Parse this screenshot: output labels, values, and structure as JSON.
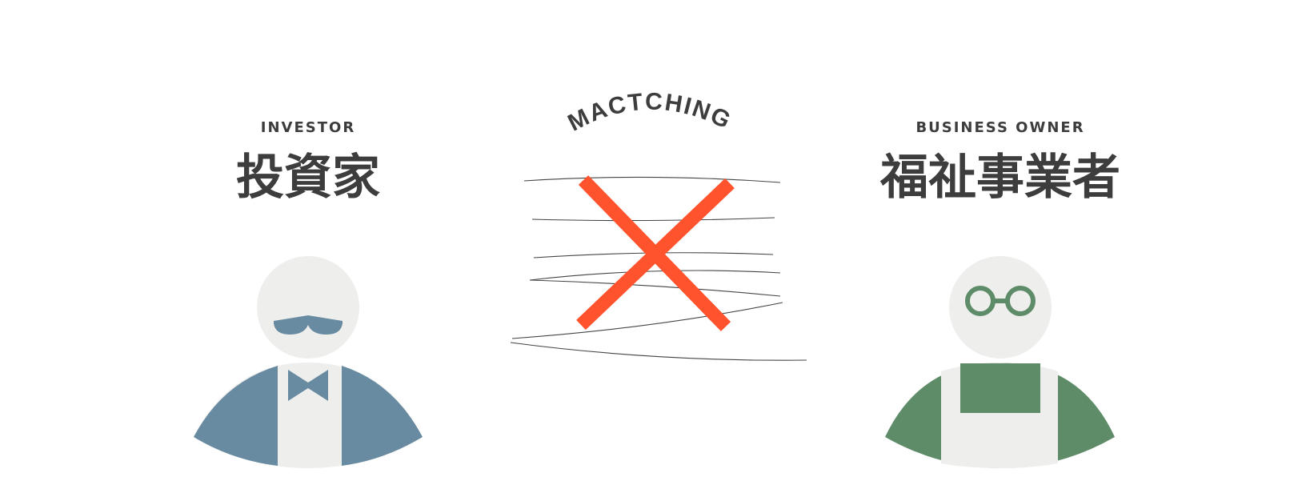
{
  "investor": {
    "label_en": "INVESTOR",
    "label_ja": "投資家"
  },
  "matching": {
    "label": "MACTCHING",
    "status_icon": "cross-icon"
  },
  "owner": {
    "label_en": "BUSINESS OWNER",
    "label_ja": "福祉事業者"
  },
  "colors": {
    "text": "#3d3d3d",
    "investor_accent": "#688ba1",
    "owner_accent": "#5e8c69",
    "figure_base": "#eeeeed",
    "cross": "#ff532d",
    "lines": "#444444"
  }
}
